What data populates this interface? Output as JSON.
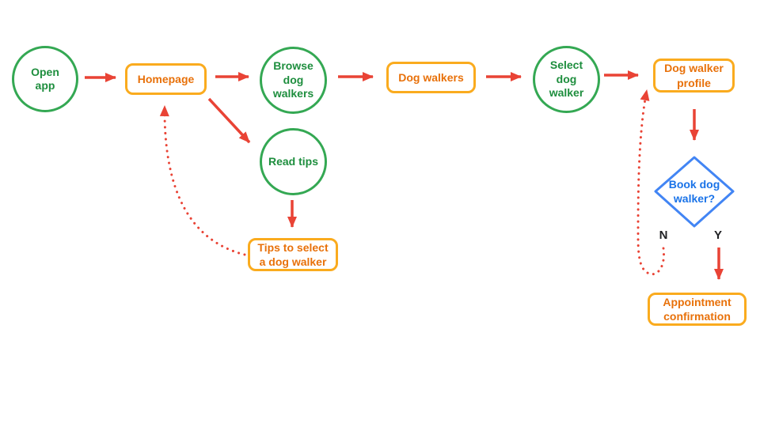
{
  "diagram": {
    "type": "flowchart",
    "description": "Dog walker app user flow",
    "colors": {
      "circle_border": "#34A853",
      "circle_text": "#1E8E3E",
      "rect_border": "#FAAB1E",
      "rect_text": "#E8710A",
      "arrow": "#E94335",
      "diamond_border": "#4285F4",
      "diamond_text": "#1A73E8",
      "branch_text": "#202124",
      "background": "#FFFFFF"
    },
    "nodes": {
      "open_app": {
        "label": "Open app",
        "shape": "circle"
      },
      "homepage": {
        "label": "Homepage",
        "shape": "rounded-rect"
      },
      "browse_dog_walkers": {
        "label": "Browse dog walkers",
        "shape": "circle"
      },
      "dog_walkers": {
        "label": "Dog walkers",
        "shape": "rounded-rect"
      },
      "select_dog_walker": {
        "label": "Select dog walker",
        "shape": "circle"
      },
      "dog_walker_profile": {
        "label": "Dog walker profile",
        "shape": "rounded-rect"
      },
      "read_tips": {
        "label": "Read tips",
        "shape": "circle"
      },
      "tips_to_select": {
        "label": "Tips to select a dog walker",
        "shape": "rounded-rect"
      },
      "book_dog_walker": {
        "label": "Book dog walker?",
        "shape": "diamond"
      },
      "appointment_confirmation": {
        "label": "Appointment confirmation",
        "shape": "rounded-rect"
      }
    },
    "decision_labels": {
      "no": "N",
      "yes": "Y"
    },
    "edges": [
      {
        "from": "open_app",
        "to": "homepage",
        "style": "solid"
      },
      {
        "from": "homepage",
        "to": "browse_dog_walkers",
        "style": "solid"
      },
      {
        "from": "browse_dog_walkers",
        "to": "dog_walkers",
        "style": "solid"
      },
      {
        "from": "dog_walkers",
        "to": "select_dog_walker",
        "style": "solid"
      },
      {
        "from": "select_dog_walker",
        "to": "dog_walker_profile",
        "style": "solid"
      },
      {
        "from": "homepage",
        "to": "read_tips",
        "style": "solid"
      },
      {
        "from": "read_tips",
        "to": "tips_to_select",
        "style": "solid"
      },
      {
        "from": "tips_to_select",
        "to": "homepage",
        "style": "dotted"
      },
      {
        "from": "dog_walker_profile",
        "to": "book_dog_walker",
        "style": "solid"
      },
      {
        "from": "book_dog_walker",
        "to": "appointment_confirmation",
        "style": "solid",
        "label": "Y"
      },
      {
        "from": "book_dog_walker",
        "to": "dog_walker_profile",
        "style": "dotted",
        "label": "N"
      }
    ]
  }
}
